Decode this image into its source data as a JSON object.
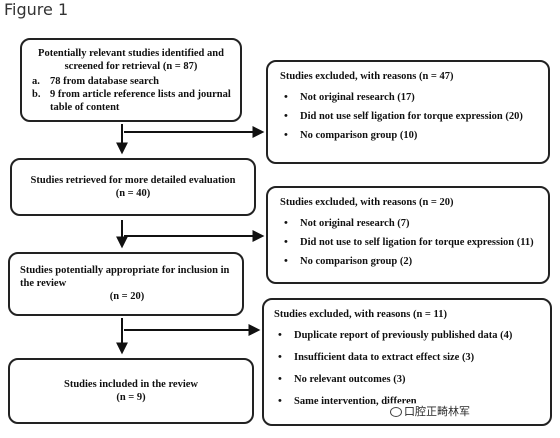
{
  "figure_label": "Figure 1",
  "flow": {
    "identified": {
      "title": "Potentially relevant studies identified and screened for retrieval (n = 87)",
      "items": [
        {
          "mark": "a.",
          "text": "78 from database search"
        },
        {
          "mark": "b.",
          "text": "9 from article reference lists and  journal table of content"
        }
      ]
    },
    "excluded_1": {
      "title": "Studies excluded, with reasons (n = 47)",
      "items": [
        "Not original research (17)",
        "Did not use self ligation for torque expression (20)",
        "No comparison group (10)"
      ]
    },
    "retrieved": {
      "title": "Studies retrieved for more detailed evaluation",
      "count": "(n = 40)"
    },
    "excluded_2": {
      "title": "Studies excluded, with reasons (n = 20)",
      "items": [
        "Not original research (7)",
        "Did not use to self ligation for torque expression (11)",
        "No comparison group (2)"
      ]
    },
    "appropriate": {
      "title": "Studies potentially appropriate  for inclusion in the review",
      "count": "(n = 20)"
    },
    "excluded_3": {
      "title": "Studies excluded, with reasons (n = 11)",
      "items": [
        "Duplicate report of previously published data (4)",
        "Insufficient data to extract effect size (3)",
        "No relevant outcomes (3)",
        "Same intervention, differen"
      ]
    },
    "included": {
      "title": "Studies included in the review",
      "count": "(n = 9)"
    }
  },
  "watermark": "口腔正畸林军",
  "colors": {
    "border": "#222222",
    "arrow": "#111111",
    "background": "#ffffff"
  }
}
